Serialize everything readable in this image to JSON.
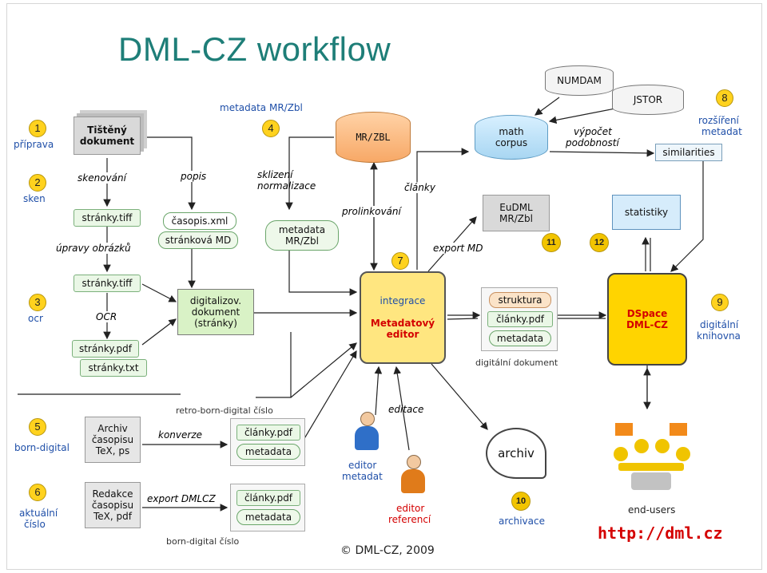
{
  "title": "DML-CZ workflow",
  "copyright": "© DML-CZ, 2009",
  "url": "http://dml.cz",
  "steps": {
    "s1": {
      "num": "1",
      "label": "příprava"
    },
    "s2": {
      "num": "2",
      "label": "sken"
    },
    "s3": {
      "num": "3",
      "label": "ocr"
    },
    "s4": {
      "num": "4",
      "label": "metadata MR/Zbl"
    },
    "s5": {
      "num": "5",
      "label": "born-digital"
    },
    "s6": {
      "num": "6",
      "label1": "aktuální",
      "label2": "číslo"
    },
    "s7": {
      "num": "7"
    },
    "s8": {
      "num": "8",
      "label1": "rozšíření",
      "label2": "metadat"
    },
    "s9": {
      "num": "9",
      "label1": "digitální",
      "label2": "knihovna"
    },
    "s10": {
      "num": "10",
      "label": "archivace"
    },
    "s11": {
      "num": "11"
    },
    "s12": {
      "num": "12"
    }
  },
  "nodes": {
    "printed_doc": {
      "line1": "Tištěný",
      "line2": "dokument"
    },
    "pages_tiff_1": "stránky.tiff",
    "casopis_xml": "časopis.xml",
    "strankova_md": "stránková MD",
    "pages_tiff_2": "stránky.tiff",
    "pages_pdf": "stránky.pdf",
    "pages_txt": "stránky.txt",
    "digitized_doc": {
      "line1": "digitalizov.",
      "line2": "dokument",
      "line3": "(stránky)"
    },
    "mrzbl_db": "MR/ZBL",
    "metadata_mrzbl": {
      "line1": "metadata",
      "line2": "MR/Zbl"
    },
    "numdam": "NUMDAM",
    "jstor": "JSTOR",
    "math_corpus": {
      "line1": "math",
      "line2": "corpus"
    },
    "similarities": "similarities",
    "eudml": {
      "line1": "EuDML",
      "line2": "MR/Zbl"
    },
    "statistiky": "statistiky",
    "editor": {
      "line1": "integrace",
      "line2": "Metadatový",
      "line3": "editor"
    },
    "digital_doc": {
      "item1": "struktura",
      "item2": "články.pdf",
      "item3": "metadata",
      "caption": "digitální dokument"
    },
    "dspace": {
      "line1": "DSpace",
      "line2": "DML-CZ"
    },
    "archiv": "archiv",
    "archive_bd": {
      "line1": "Archiv",
      "line2": "časopisu",
      "line3": "TeX, ps"
    },
    "redakce": {
      "line1": "Redakce",
      "line2": "časopisu",
      "line3": "TeX, pdf"
    },
    "retro_set": {
      "item1": "články.pdf",
      "item2": "metadata",
      "caption": "retro-born-digital číslo"
    },
    "born_set": {
      "item1": "články.pdf",
      "item2": "metadata",
      "caption": "born-digital číslo"
    },
    "editor_metadat": {
      "line1": "editor",
      "line2": "metadat"
    },
    "editor_referenci": {
      "line1": "editor",
      "line2": "referencí"
    },
    "end_users": "end-users"
  },
  "edge_labels": {
    "skenovani": "skenování",
    "popis": "popis",
    "upravy": "úpravy obrázků",
    "ocr": "OCR",
    "sklizeni1": "sklizení",
    "sklizeni2": "normalizace",
    "prolinkovani": "prolinkování",
    "clanky": "články",
    "export_md": "export MD",
    "vypocet1": "výpočet",
    "vypocet2": "podobností",
    "editace": "editace",
    "konverze": "konverze",
    "export_dmlcz": "export DMLCZ"
  },
  "colors": {
    "title": "#1e7e78",
    "step_label": "#1f4fa8",
    "badge": "#ffd21e",
    "editor_fill": "#ffe680",
    "dspace_fill": "#ffd400",
    "dspace_text": "#d40000",
    "url": "#d40000"
  }
}
